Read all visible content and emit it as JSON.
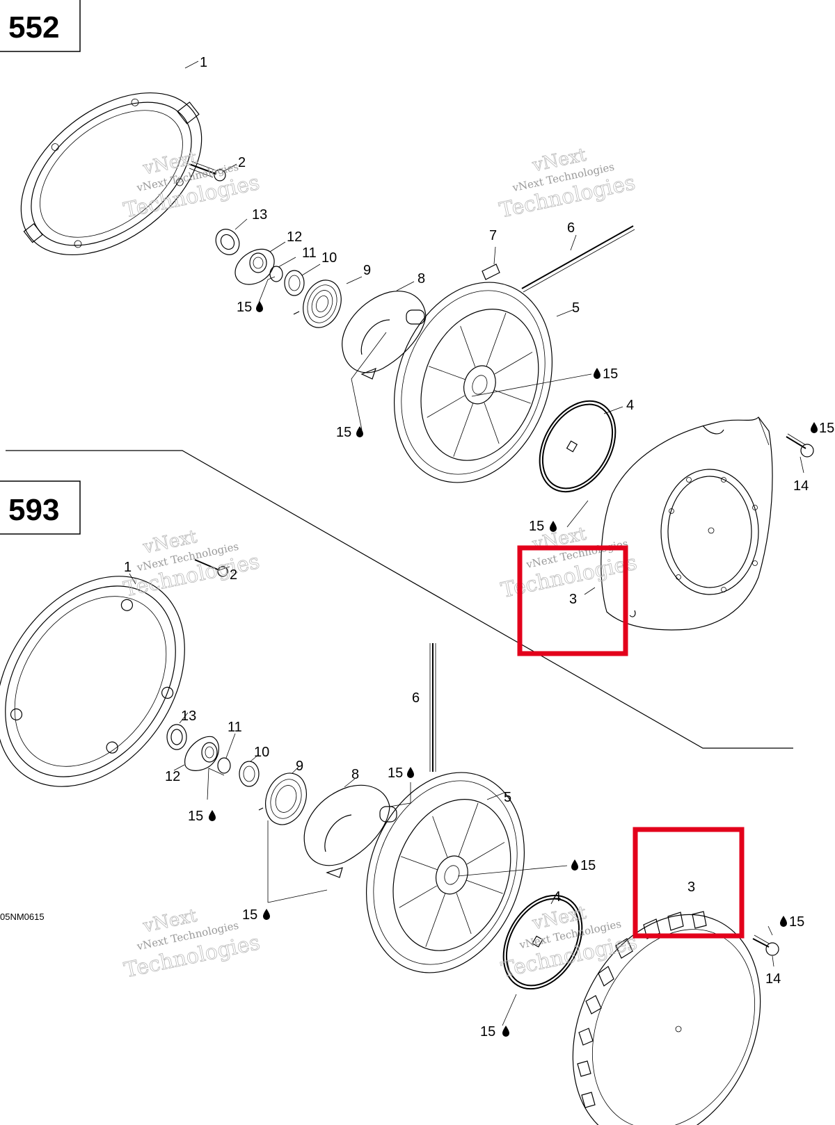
{
  "engines": [
    {
      "label": "552"
    },
    {
      "label": "593"
    }
  ],
  "callouts": {
    "c1": "1",
    "c2": "2",
    "c3": "3",
    "c4": "4",
    "c5": "5",
    "c6": "6",
    "c7": "7",
    "c8": "8",
    "c9": "9",
    "c10": "10",
    "c11": "11",
    "c12": "12",
    "c13": "13",
    "c14": "14",
    "c15": "15"
  },
  "watermark": {
    "line1": "vNext",
    "line2": "vNext Technologies",
    "line3": "Technologies"
  },
  "drawing_code": "05NM0615",
  "colors": {
    "highlight": "#e3001b",
    "ink": "#000000",
    "watermark": "#b9b9b9"
  }
}
